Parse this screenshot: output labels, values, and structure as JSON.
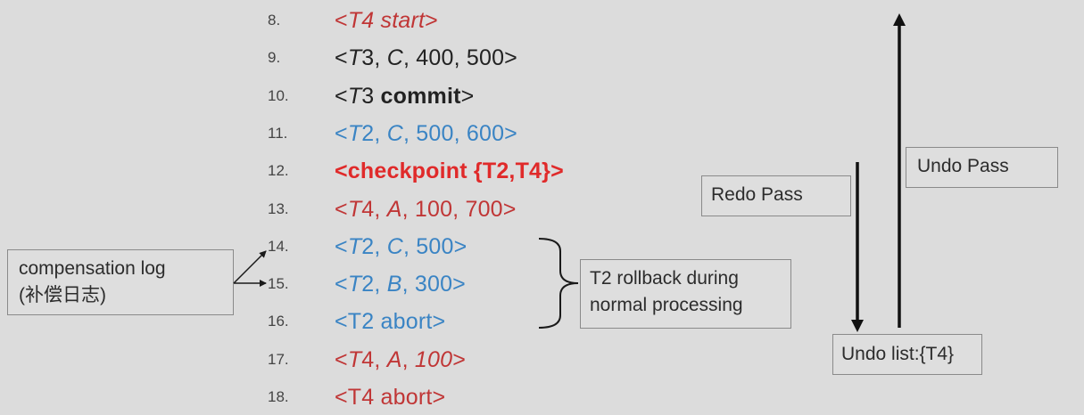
{
  "log_entries": [
    {
      "num": "8.",
      "style": "c-red",
      "parts": [
        [
          "<",
          ""
        ],
        [
          "T4 start",
          "it"
        ],
        [
          ">",
          ""
        ]
      ]
    },
    {
      "num": "9.",
      "style": "c-black",
      "parts": [
        [
          "<",
          ""
        ],
        [
          "T",
          "it"
        ],
        [
          "3, ",
          ""
        ],
        [
          "C",
          "it"
        ],
        [
          ", 400, 500>",
          ""
        ]
      ]
    },
    {
      "num": "10.",
      "style": "c-black",
      "parts": [
        [
          "<",
          ""
        ],
        [
          "T",
          "it"
        ],
        [
          "3 ",
          ""
        ],
        [
          "commit",
          "bold"
        ],
        [
          ">",
          ""
        ]
      ]
    },
    {
      "num": "11.",
      "style": "c-blue",
      "parts": [
        [
          "<",
          ""
        ],
        [
          "T",
          "it"
        ],
        [
          "2, ",
          ""
        ],
        [
          "C",
          "it"
        ],
        [
          ", 500, 600>",
          ""
        ]
      ]
    },
    {
      "num": "12.",
      "style": "c-bold-red",
      "parts": [
        [
          "<checkpoint {T2,T4}>",
          ""
        ]
      ]
    },
    {
      "num": "13.",
      "style": "c-red",
      "parts": [
        [
          "<",
          ""
        ],
        [
          "T",
          "it"
        ],
        [
          "4, ",
          ""
        ],
        [
          "A",
          "it"
        ],
        [
          ", 100, 700>",
          ""
        ]
      ]
    },
    {
      "num": "14.",
      "style": "c-blue",
      "parts": [
        [
          "<",
          ""
        ],
        [
          "T",
          "it"
        ],
        [
          "2, ",
          ""
        ],
        [
          "C",
          "it"
        ],
        [
          ", 500>",
          ""
        ]
      ]
    },
    {
      "num": "15.",
      "style": "c-blue",
      "parts": [
        [
          "<",
          ""
        ],
        [
          "T",
          "it"
        ],
        [
          "2, ",
          ""
        ],
        [
          "B",
          "it"
        ],
        [
          ", 300>",
          ""
        ]
      ]
    },
    {
      "num": "16.",
      "style": "c-blue",
      "parts": [
        [
          "<T2 abort>",
          ""
        ]
      ]
    },
    {
      "num": "17.",
      "style": "c-red",
      "parts": [
        [
          "<",
          ""
        ],
        [
          "T",
          "it"
        ],
        [
          "4, ",
          ""
        ],
        [
          "A",
          "it"
        ],
        [
          ", ",
          ""
        ],
        [
          "100",
          "it"
        ],
        [
          ">",
          ""
        ]
      ]
    },
    {
      "num": "18.",
      "style": "c-red",
      "parts": [
        [
          "<T4 abort>",
          ""
        ]
      ]
    }
  ],
  "compensation_box": {
    "line1": "compensation log",
    "line2": "(补偿日志)"
  },
  "t2_box": {
    "line1": "T2 rollback during",
    "line2": "normal processing"
  },
  "redo_pass": "Redo Pass",
  "undo_pass": "Undo Pass",
  "undo_list": "Undo list:{T4}",
  "colors": {
    "red": "#c03636",
    "bold_red": "#e02a2a",
    "blue": "#3a84c4",
    "black": "#222222",
    "background": "#dcdcdc"
  }
}
